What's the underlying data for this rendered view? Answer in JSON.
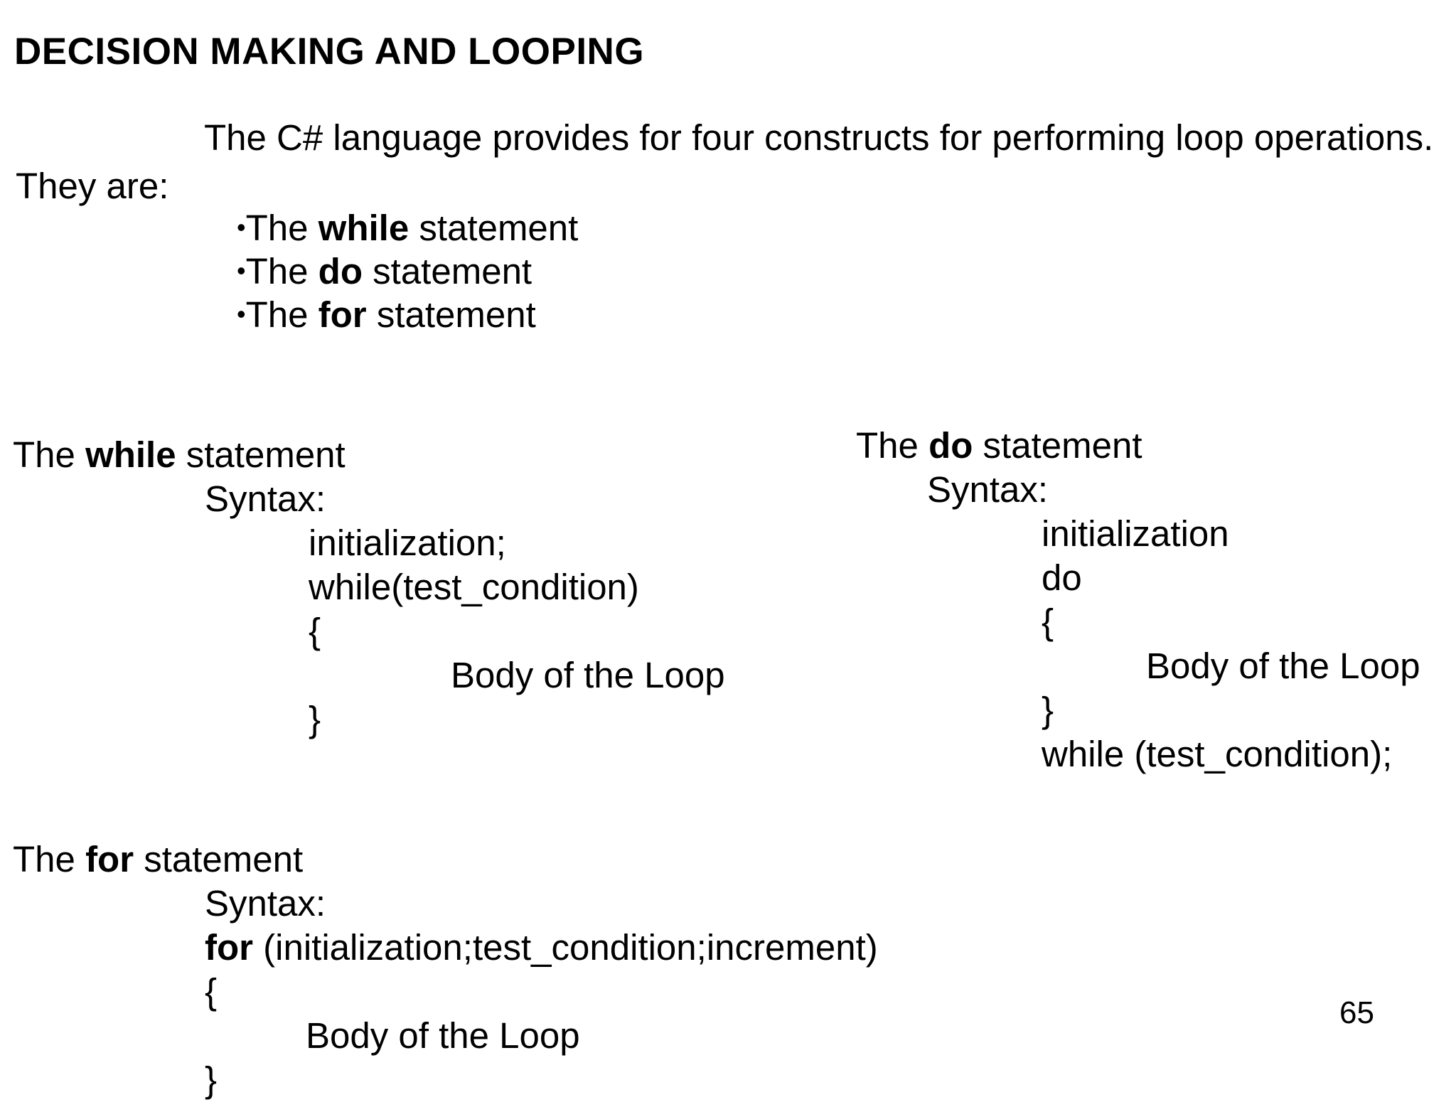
{
  "meta": {
    "page_number": "65",
    "background_color": "#ffffff",
    "text_color": "#000000"
  },
  "title": {
    "text": "DECISION MAKING AND LOOPING"
  },
  "intro": {
    "sentence": "The C# language provides for four constructs for performing loop operations.",
    "they_are": "They are:",
    "bullet_glyph": "•",
    "bullets": [
      {
        "pre": "The ",
        "kw": "while",
        "post": " statement"
      },
      {
        "pre": "The ",
        "kw": "do",
        "post": " statement"
      },
      {
        "pre": "The ",
        "kw": "for",
        "post": " statement"
      }
    ]
  },
  "while_section": {
    "heading": {
      "pre": "The ",
      "kw": "while",
      "post": " statement"
    },
    "syntax_label": "Syntax:",
    "lines": {
      "init": "initialization;",
      "cond": "while(test_condition)",
      "open_brace": "{",
      "body": "Body of the Loop",
      "close_brace": "}"
    }
  },
  "do_section": {
    "heading": {
      "pre": "The ",
      "kw": "do",
      "post": " statement"
    },
    "syntax_label": "Syntax:",
    "lines": {
      "init": "initialization",
      "do_kw": "do",
      "open_brace": "{",
      "body": "Body of the Loop",
      "close_brace": "}",
      "while_cond": "while (test_condition);"
    }
  },
  "for_section": {
    "heading": {
      "pre": "The ",
      "kw": "for",
      "post": " statement"
    },
    "syntax_label": "Syntax:",
    "lines": {
      "for_kw": "for",
      "for_rest": " (initialization;test_condition;increment)",
      "open_brace": "{",
      "body": "Body of the Loop",
      "close_brace": "}"
    }
  }
}
